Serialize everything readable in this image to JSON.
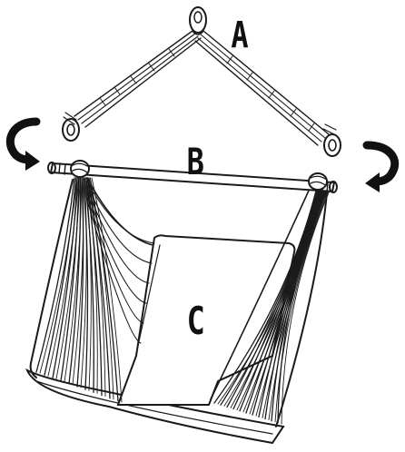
{
  "diagram": {
    "labels": {
      "hanger": "A",
      "spreader_bar": "B",
      "seat": "C"
    },
    "parts": [
      "hanging-hook",
      "rope-triangle",
      "spreader-bar",
      "rotate-arrow-left",
      "rotate-arrow-right",
      "hammock-chair-seat",
      "seat-cushion"
    ],
    "colors": {
      "ink": "#1a1a1a",
      "background": "#ffffff",
      "fill": "#ffffff"
    }
  }
}
